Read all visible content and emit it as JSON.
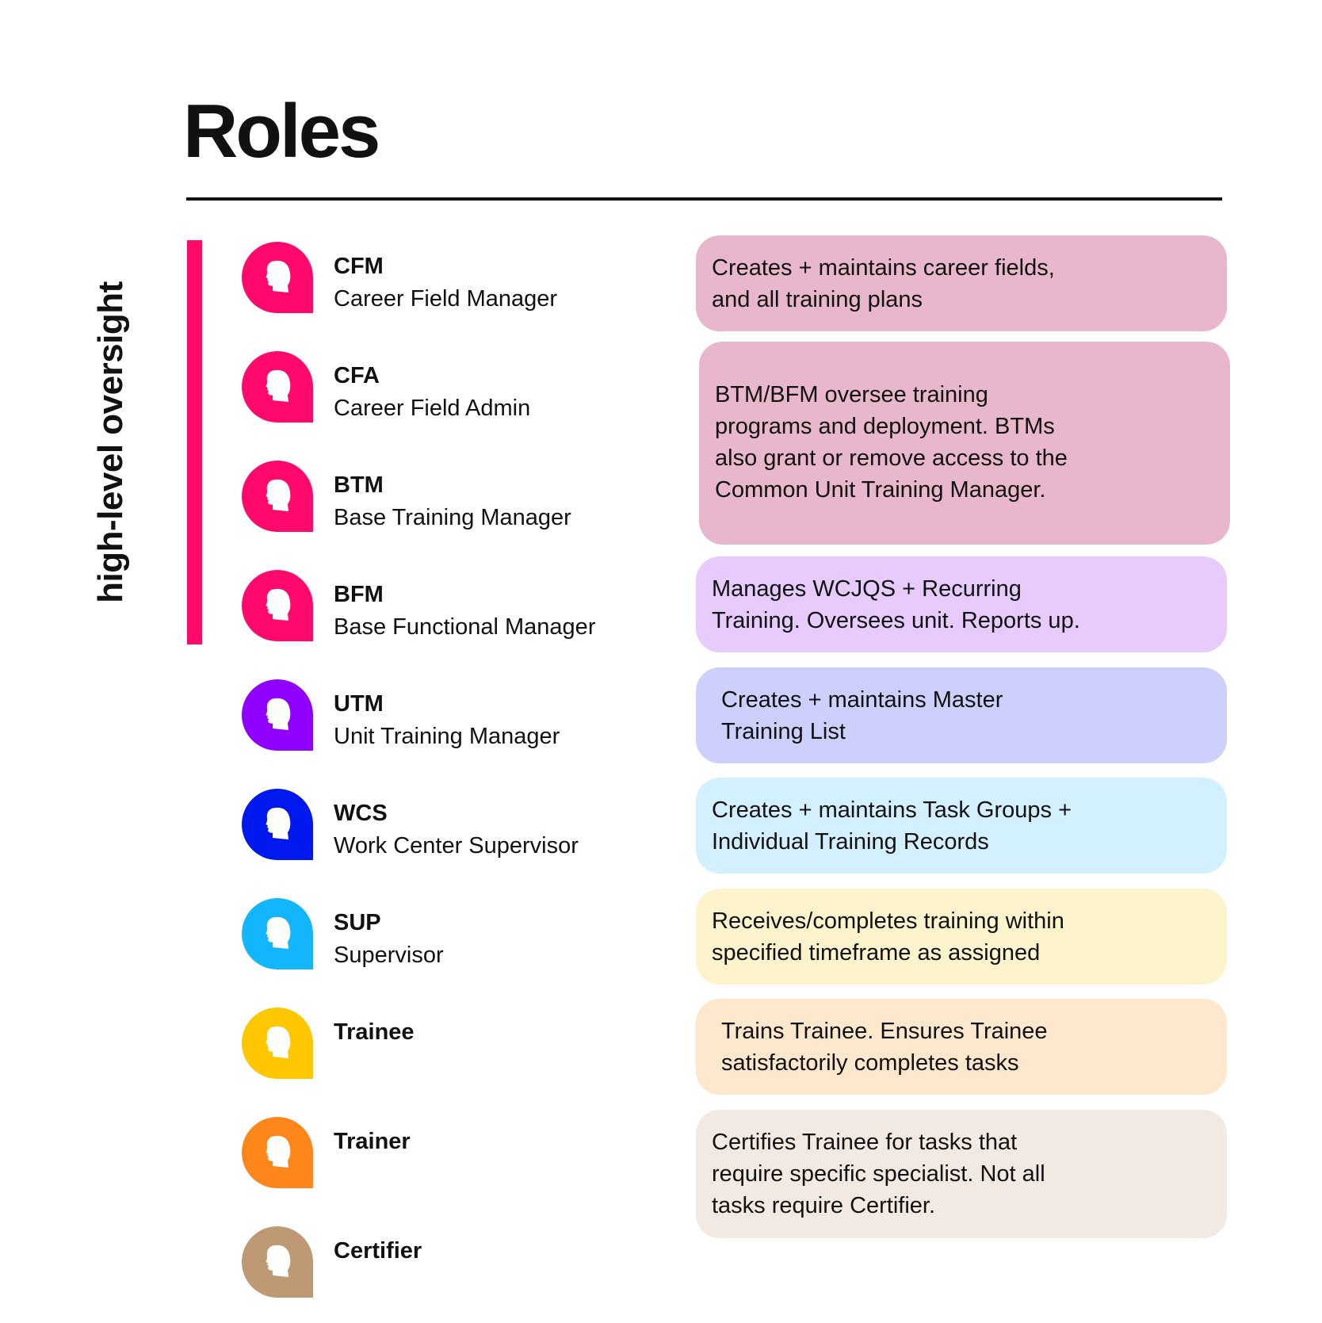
{
  "title": "Roles",
  "oversight": {
    "label": "high-level oversight",
    "color": "#ff0a6c"
  },
  "roles": [
    {
      "abbr": "CFM",
      "name": "Career Field Manager",
      "color": "#ff0a6c"
    },
    {
      "abbr": "CFA",
      "name": "Career Field Admin",
      "color": "#ff0a6c"
    },
    {
      "abbr": "BTM",
      "name": "Base Training Manager",
      "color": "#ff0a6c"
    },
    {
      "abbr": "BFM",
      "name": "Base Functional Manager",
      "color": "#ff0a6c"
    },
    {
      "abbr": "UTM",
      "name": "Unit Training Manager",
      "color": "#9000ff"
    },
    {
      "abbr": "WCS",
      "name": "Work Center Supervisor",
      "color": "#0018ee"
    },
    {
      "abbr": "SUP",
      "name": "Supervisor",
      "color": "#14b6fb"
    },
    {
      "abbr": "Trainee",
      "name": "",
      "color": "#ffc700"
    },
    {
      "abbr": "Trainer",
      "name": "",
      "color": "#ff861b"
    },
    {
      "abbr": "Certifier",
      "name": "",
      "color": "#bf9974"
    }
  ],
  "descriptions": [
    {
      "lines": [
        "Creates + maintains career fields,",
        "and all training plans"
      ],
      "color": "#e9b7cc"
    },
    {
      "lines": [
        "BTM/BFM oversee training",
        "programs and deployment. BTMs",
        "also grant or remove access to the",
        "Common Unit Training Manager."
      ],
      "color": "#e9b7cc"
    },
    {
      "lines": [
        "Manages WCJQS + Recurring",
        "Training. Oversees unit. Reports up."
      ],
      "color": "#e6cbfc"
    },
    {
      "lines": [
        "Creates + maintains Master",
        "Training List"
      ],
      "color": "#cdd0fc"
    },
    {
      "lines": [
        "Creates + maintains Task Groups +",
        "Individual Training Records"
      ],
      "color": "#d2f0fe"
    },
    {
      "lines": [
        "Receives/completes training within",
        "specified timeframe as assigned"
      ],
      "color": "#fdf3cc"
    },
    {
      "lines": [
        "Trains Trainee. Ensures Trainee",
        "satisfactorily completes tasks"
      ],
      "color": "#fde7cd"
    },
    {
      "lines": [
        "Certifies Trainee for tasks that",
        "require specific specialist. Not all",
        "tasks require Certifier."
      ],
      "color": "#f2e9e2"
    }
  ]
}
